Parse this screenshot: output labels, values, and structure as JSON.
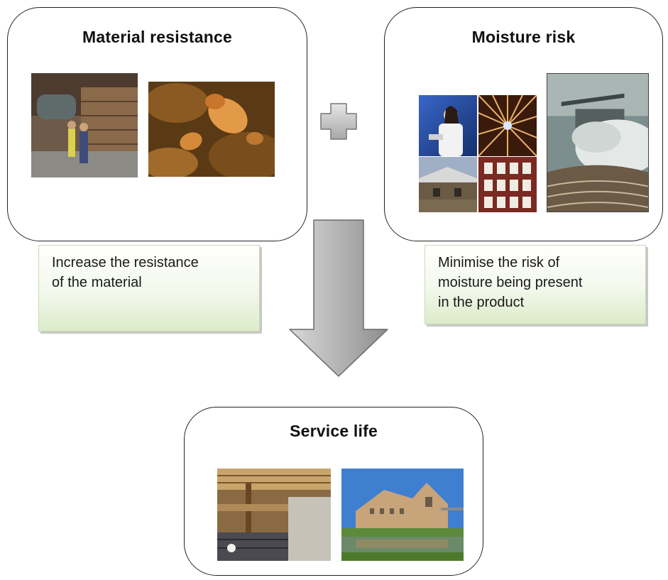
{
  "material_box": {
    "title": "Material resistance",
    "note_lines": [
      "Increase the resistance",
      "of the material"
    ],
    "photos": [
      {
        "icon": "timber-yard-photo",
        "subject": "workers stacking timber"
      },
      {
        "icon": "termite-photo",
        "subject": "termites"
      }
    ]
  },
  "moisture_box": {
    "title": "Moisture risk",
    "note_lines": [
      "Minimise the risk of",
      "moisture being present",
      "in the product"
    ],
    "photos": [
      {
        "icon": "lab-photo"
      },
      {
        "icon": "roof-timber-photo"
      },
      {
        "icon": "barn-photo"
      },
      {
        "icon": "brick-facade-photo"
      },
      {
        "icon": "pier-storm-photo"
      }
    ]
  },
  "service_box": {
    "title": "Service life",
    "photos": [
      {
        "icon": "timber-interior-photo"
      },
      {
        "icon": "timber-building-photo"
      }
    ]
  },
  "connectors": {
    "plus": "plus-icon",
    "arrow": "down-arrow-icon"
  },
  "colors": {
    "note_green": "#dcebc9",
    "arrow_grey": "#a9a9a9",
    "border": "#222222"
  }
}
